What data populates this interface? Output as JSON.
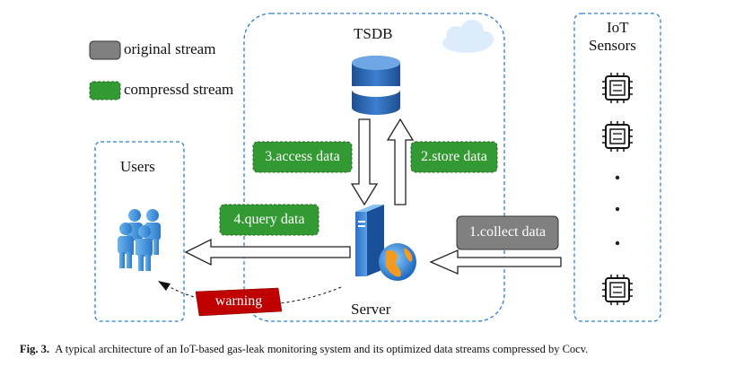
{
  "legend": {
    "original": "original stream",
    "compressed": "compressd stream"
  },
  "colors": {
    "original": "#808080",
    "compressed": "#339933",
    "warning": "#c00000",
    "dashed_border": "#2a7fd4"
  },
  "tsdb": {
    "title": "TSDB"
  },
  "iot": {
    "title_line1": "IoT",
    "title_line2": "Sensors"
  },
  "users": {
    "title": "Users"
  },
  "server": {
    "title": "Server"
  },
  "steps": {
    "collect": "1.collect data",
    "store": "2.store data",
    "access": "3.access data",
    "query": "4.query data"
  },
  "warning": "warning",
  "caption": {
    "label": "Fig. 3.",
    "text": "A typical architecture of an IoT-based gas-leak monitoring system and its optimized data streams compressed by Cocv."
  }
}
